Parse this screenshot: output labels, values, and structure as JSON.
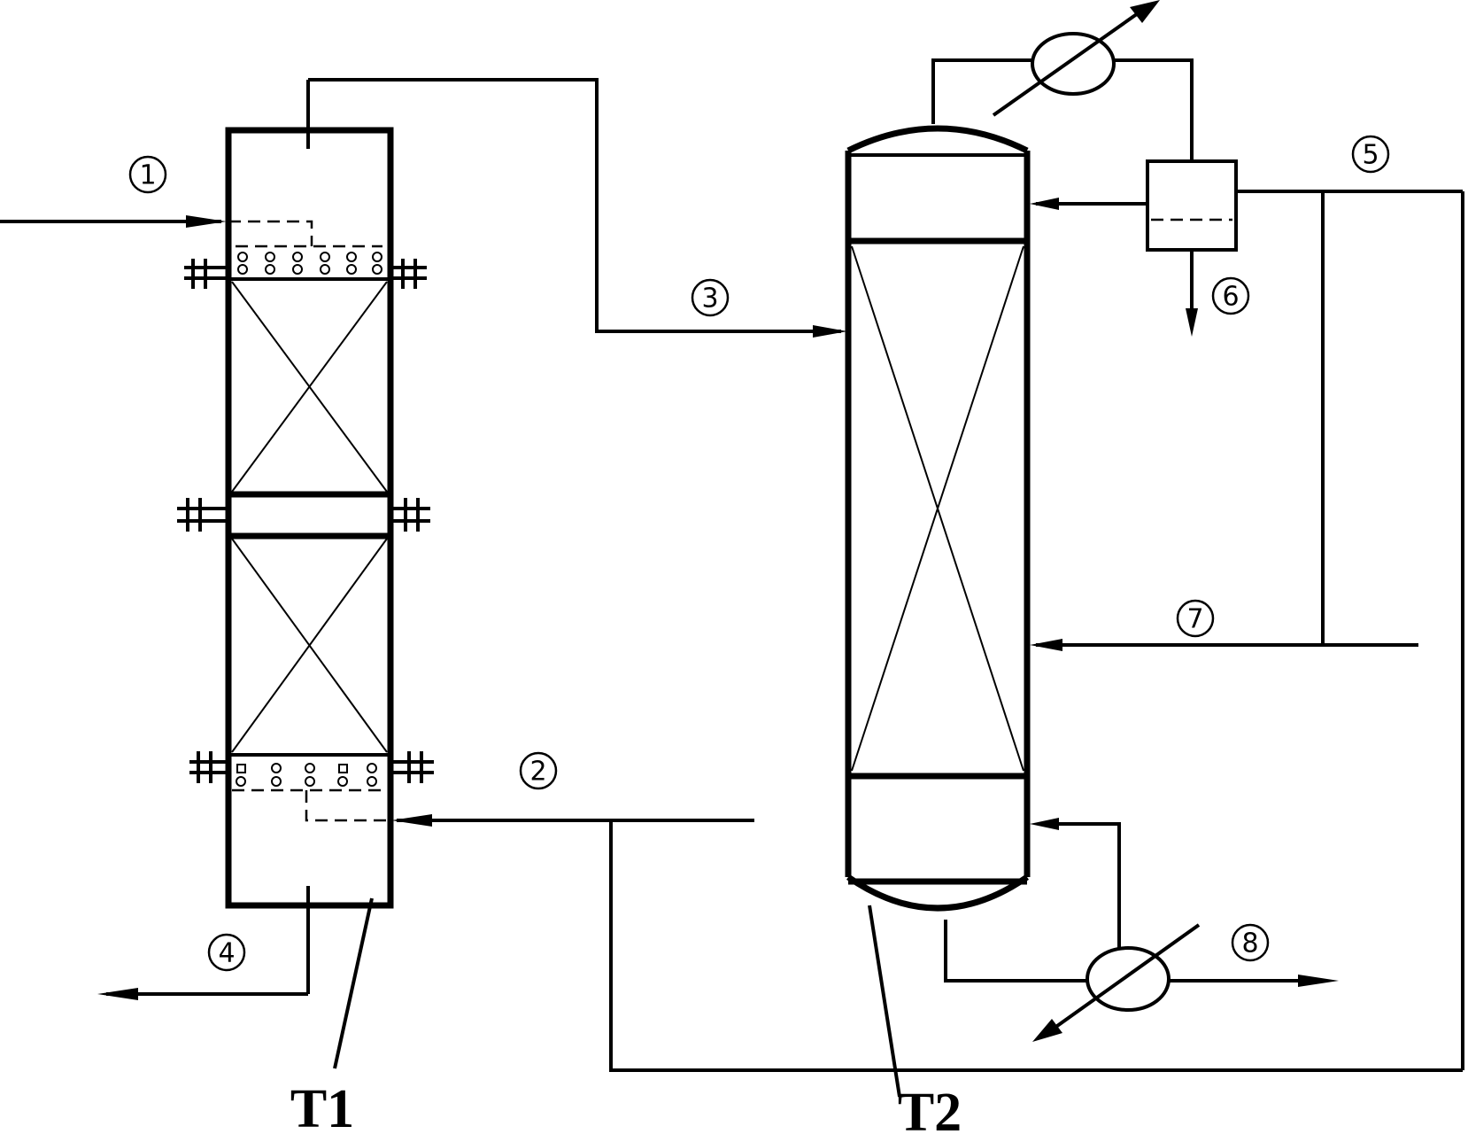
{
  "towers": [
    {
      "id": "T1",
      "label": "T1"
    },
    {
      "id": "T2",
      "label": "T2"
    }
  ],
  "streams": [
    {
      "id": "s1",
      "label": "1"
    },
    {
      "id": "s2",
      "label": "2"
    },
    {
      "id": "s3",
      "label": "3"
    },
    {
      "id": "s4",
      "label": "4"
    },
    {
      "id": "s5",
      "label": "5"
    },
    {
      "id": "s6",
      "label": "6"
    },
    {
      "id": "s7",
      "label": "7"
    },
    {
      "id": "s8",
      "label": "8"
    }
  ]
}
